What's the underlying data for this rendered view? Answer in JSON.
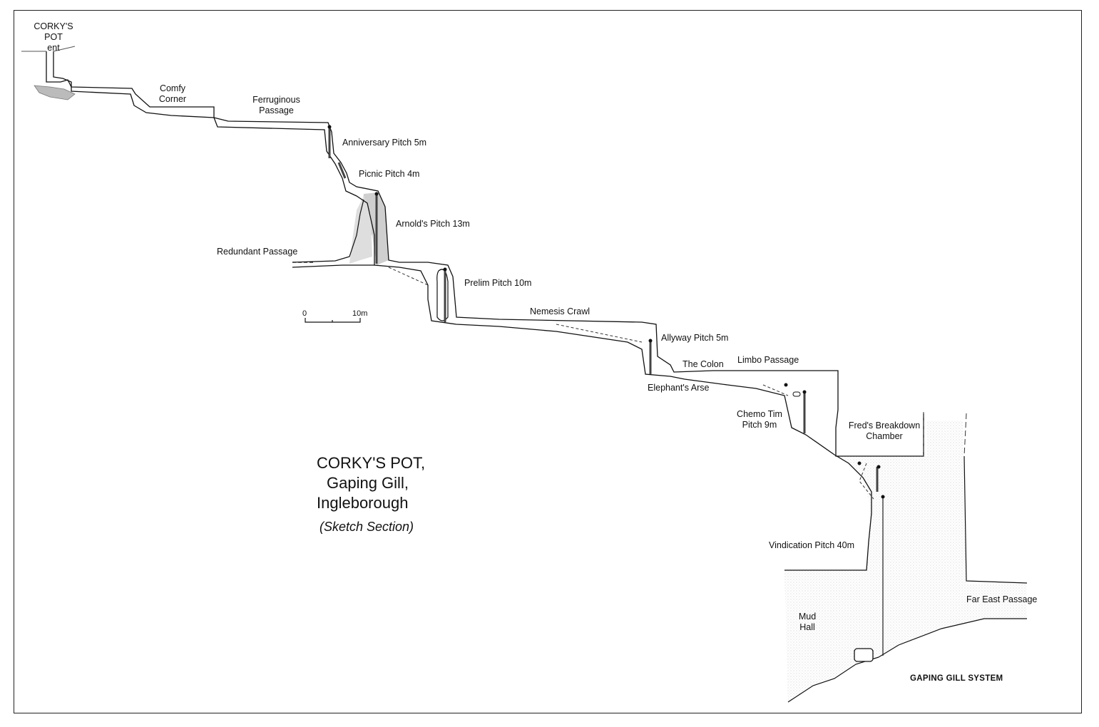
{
  "title": {
    "line1": "CORKY'S POT,",
    "line2": "Gaping Gill,",
    "line3": "Ingleborough",
    "subtitle": "(Sketch Section)"
  },
  "scale": {
    "start": "0",
    "end": "10m"
  },
  "system_label": "GAPING GILL SYSTEM",
  "labels": {
    "entrance_l1": "CORKY'S",
    "entrance_l2": "POT",
    "entrance_l3": "ent",
    "comfy_l1": "Comfy",
    "comfy_l2": "Corner",
    "ferruginous_l1": "Ferruginous",
    "ferruginous_l2": "Passage",
    "anniversary": "Anniversary Pitch 5m",
    "picnic": "Picnic Pitch 4m",
    "arnolds": "Arnold's Pitch 13m",
    "redundant": "Redundant Passage",
    "prelim": "Prelim Pitch 10m",
    "nemesis": "Nemesis Crawl",
    "allyway": "Allyway Pitch 5m",
    "colon": "The Colon",
    "limbo": "Limbo Passage",
    "elephant": "Elephant's Arse",
    "chemo_l1": "Chemo Tim",
    "chemo_l2": "Pitch 9m",
    "freds_l1": "Fred's Breakdown",
    "freds_l2": "Chamber",
    "vindication": "Vindication Pitch 40m",
    "far_east": "Far East Passage",
    "mud_l1": "Mud",
    "mud_l2": "Hall"
  }
}
